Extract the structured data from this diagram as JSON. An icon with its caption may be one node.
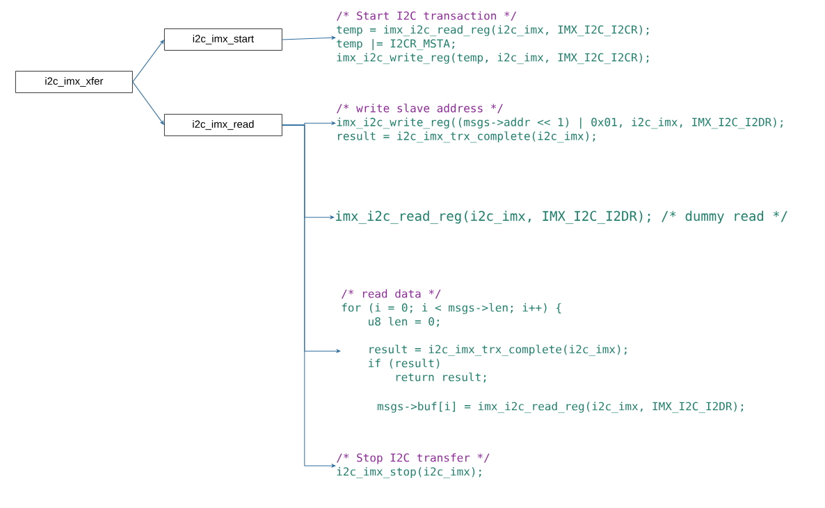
{
  "diagram": {
    "nodes": [
      {
        "text": [
          "i2c_imx_xfer"
        ]
      },
      {
        "text": [
          "i2c_imx_start"
        ]
      },
      {
        "text": [
          "i2c_imx_read"
        ]
      },
      {
        "text": [
          "/* Start I2C transaction */",
          "temp = imx_i2c_read_reg(i2c_imx, IMX_I2C_I2CR);",
          "temp |= I2CR_MSTA;",
          "imx_i2c_write_reg(temp, i2c_imx, IMX_I2C_I2CR);"
        ]
      },
      {
        "text": [
          "/* write slave address */",
          "imx_i2c_write_reg((msgs->addr << 1) | 0x01, i2c_imx, IMX_I2C_I2DR);",
          "result = i2c_imx_trx_complete(i2c_imx);"
        ]
      },
      {
        "text": [
          "imx_i2c_read_reg(i2c_imx, IMX_I2C_I2DR); /* dummy read */"
        ]
      },
      {
        "text": [
          "/* read data */",
          "for (i = 0; i < msgs->len; i++) {",
          "u8 len = 0;",
          "result = i2c_imx_trx_complete(i2c_imx);",
          "if (result)",
          "return result;",
          "msgs->buf[i] = imx_i2c_read_reg(i2c_imx, IMX_I2C_I2DR);"
        ]
      },
      {
        "text": [
          "/* Stop I2C transfer */",
          "i2c_imx_stop(i2c_imx);"
        ]
      }
    ],
    "edges": [
      {
        "from": 0,
        "to": 1,
        "arrow": "to"
      },
      {
        "from": 0,
        "to": 2,
        "arrow": "to"
      },
      {
        "from": 1,
        "to": 3,
        "arrow": "to"
      },
      {
        "from": 2,
        "to": 4,
        "arrow": "to"
      },
      {
        "from": 2,
        "to": 5,
        "arrow": "to"
      },
      {
        "from": 2,
        "to": 6,
        "arrow": "to"
      },
      {
        "from": 2,
        "to": 7,
        "arrow": "to"
      }
    ]
  }
}
